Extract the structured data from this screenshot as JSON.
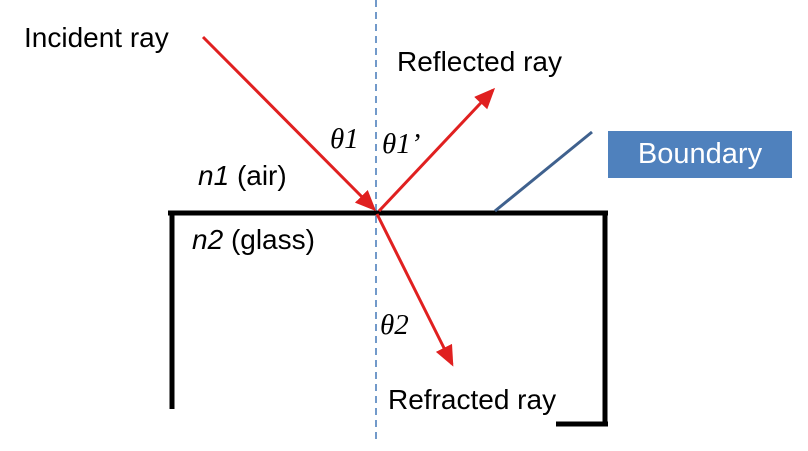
{
  "labels": {
    "incident_ray": "Incident ray",
    "reflected_ray": "Reflected ray",
    "refracted_ray": "Refracted ray",
    "theta1": "θ1",
    "theta1_prime": "θ1’",
    "theta2": "θ2",
    "n1": "n1",
    "n1_medium": "(air)",
    "n2": "n2",
    "n2_medium": "(glass)",
    "boundary": "Boundary"
  },
  "colors": {
    "ray": "#e02020",
    "surface": "#000000",
    "normal": "#4f81bd",
    "callout": "#3f618e",
    "boundary_fill": "#4f81bd",
    "boundary_text": "#ffffff"
  }
}
